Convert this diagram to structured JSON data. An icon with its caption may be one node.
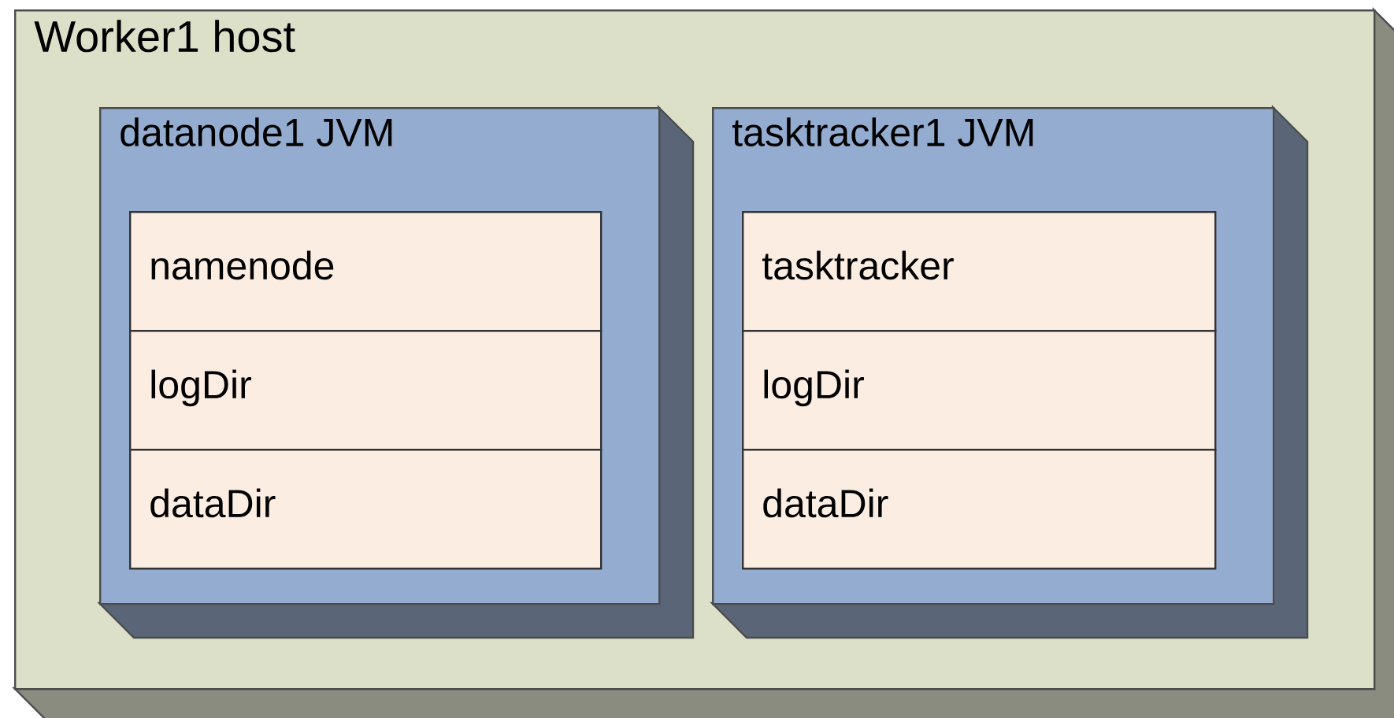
{
  "diagram": {
    "nodes": [
      {
        "text": [
          "Worker1 host"
        ]
      },
      {
        "text": [
          "datanode1 JVM"
        ],
        "in": 0
      },
      {
        "text": [
          "namenode"
        ],
        "in": 1
      },
      {
        "text": [
          "logDir"
        ],
        "in": 1
      },
      {
        "text": [
          "dataDir"
        ],
        "in": 1
      },
      {
        "text": [
          "tasktracker1 JVM"
        ],
        "in": 0
      },
      {
        "text": [
          "tasktracker"
        ],
        "in": 5
      },
      {
        "text": [
          "logDir"
        ],
        "in": 5
      },
      {
        "text": [
          "dataDir"
        ],
        "in": 5
      }
    ]
  }
}
